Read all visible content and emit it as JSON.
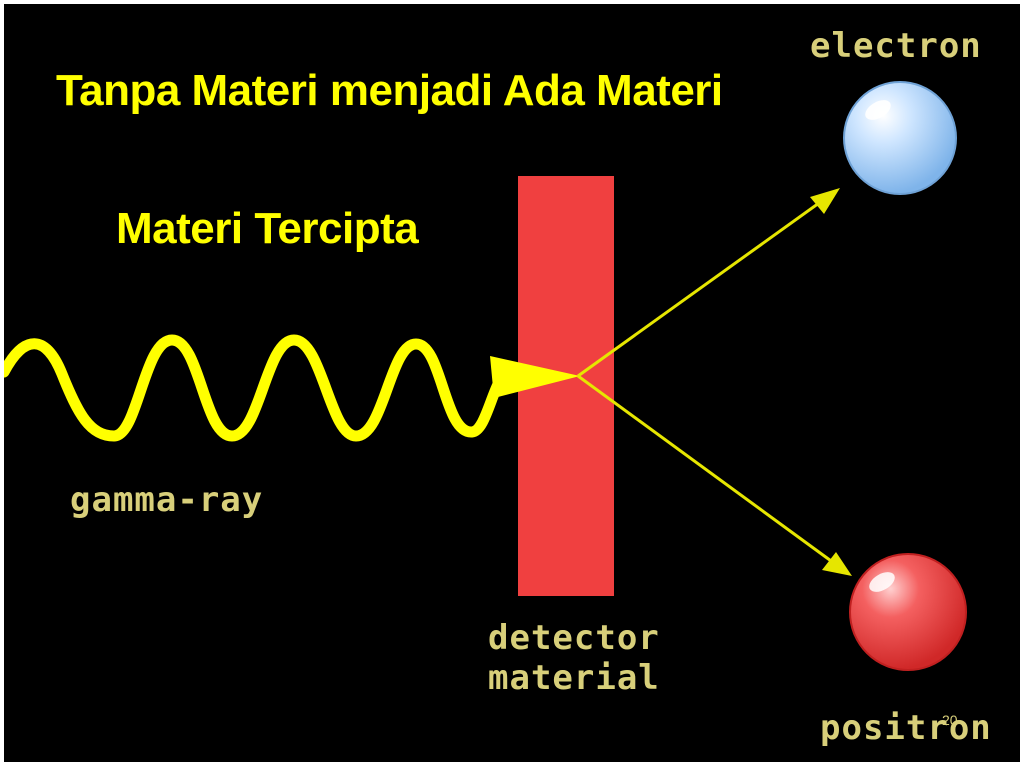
{
  "slide": {
    "title": "Tanpa Materi menjadi Ada Materi",
    "subtitle": "Materi Tercipta",
    "page_number": "20"
  },
  "diagram": {
    "labels": {
      "electron": "electron",
      "gamma_ray": "gamma-ray",
      "detector_line1": "detector",
      "detector_line2": "material",
      "positron": "positron"
    },
    "colors": {
      "background": "#000000",
      "title_text": "#ffff00",
      "label_text": "#d8cf7a",
      "gamma_wave": "#ffff00",
      "particle_paths": "#e6e600",
      "detector": "#f04040",
      "electron": "#a8d4ff",
      "positron": "#f04848"
    },
    "icons": {
      "electron": "sphere-icon",
      "positron": "sphere-icon"
    }
  }
}
